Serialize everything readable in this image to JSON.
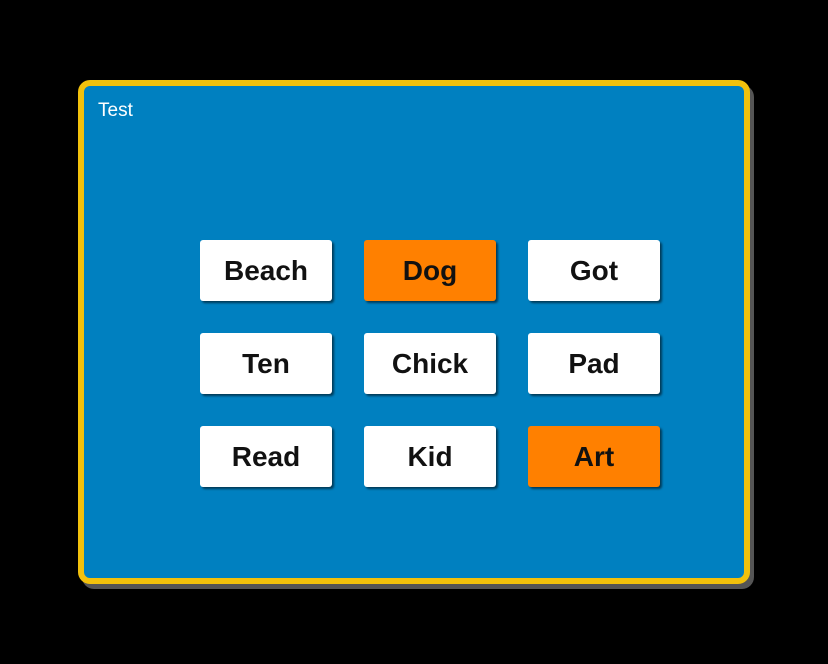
{
  "panel": {
    "title": "Test"
  },
  "colors": {
    "background": "#000000",
    "panel_fill": "#0080c0",
    "panel_border": "#f2c10c",
    "tile_default": "#ffffff",
    "tile_selected": "#ff8000",
    "tile_text": "#111111"
  },
  "tiles": [
    {
      "label": "Beach",
      "selected": false
    },
    {
      "label": "Dog",
      "selected": true
    },
    {
      "label": "Got",
      "selected": false
    },
    {
      "label": "Ten",
      "selected": false
    },
    {
      "label": "Chick",
      "selected": false
    },
    {
      "label": "Pad",
      "selected": false
    },
    {
      "label": "Read",
      "selected": false
    },
    {
      "label": "Kid",
      "selected": false
    },
    {
      "label": "Art",
      "selected": true
    }
  ]
}
